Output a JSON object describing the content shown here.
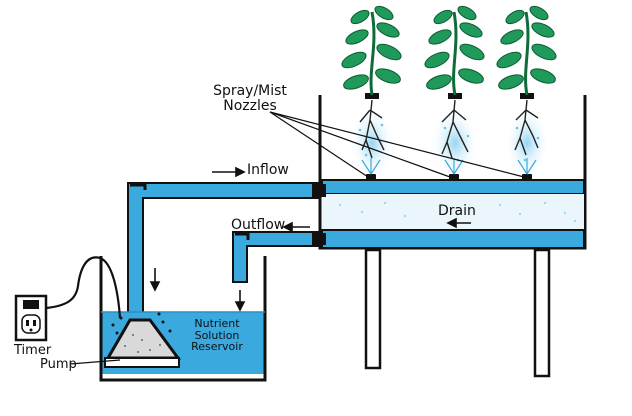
{
  "diagram": {
    "labels": {
      "spray_line1": "Spray/Mist",
      "spray_line2": "Nozzles",
      "inflow": "Inflow",
      "outflow": "Outflow",
      "drain": "Drain",
      "reservoir_line1": "Nutrient",
      "reservoir_line2": "Solution",
      "reservoir_line3": "Reservoir",
      "timer": "Timer",
      "pump": "Pump"
    },
    "colors": {
      "water": "#3aa9de",
      "water_light": "#8fd3f2",
      "outline": "#111111",
      "leaf": "#1f9a5a",
      "leaf_dark": "#0d5a33",
      "stem": "#0e6b3a",
      "mist": "#9fd7f0",
      "root": "#222222"
    },
    "icons": {
      "arrow": "arrow-icon",
      "plant": "plant-icon",
      "outlet": "wall-outlet-icon",
      "pump": "pump-icon"
    }
  }
}
